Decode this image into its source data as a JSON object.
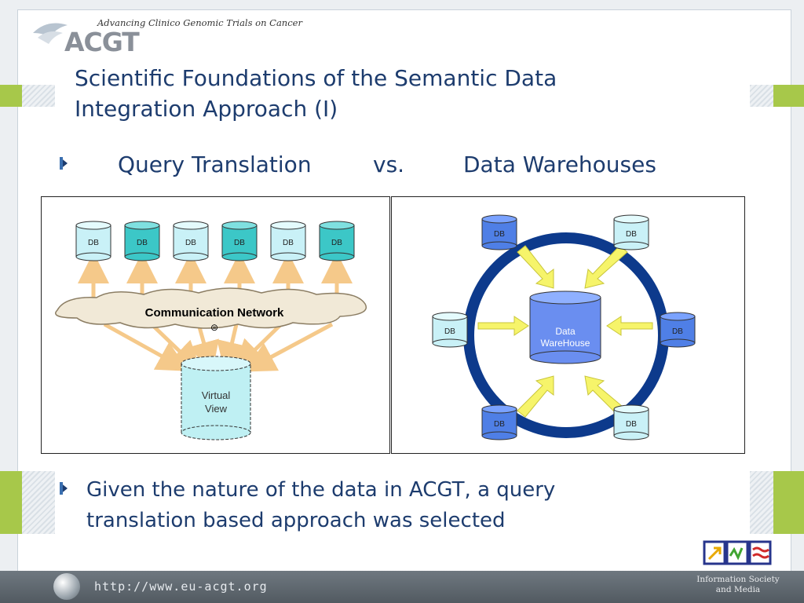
{
  "header": {
    "tagline": "Advancing Clinico Genomic Trials on Cancer",
    "logo_text": "ACGT"
  },
  "title": "Scientific Foundations of the Semantic Data Integration Approach (I)",
  "comparison": {
    "left": "Query Translation",
    "vs": "vs.",
    "right": "Data Warehouses"
  },
  "left_diagram": {
    "db_label": "DB",
    "db_count": 6,
    "network_label": "Communication Network",
    "view_label_line1": "Virtual",
    "view_label_line2": "View"
  },
  "right_diagram": {
    "db_label": "DB",
    "center_line1": "Data",
    "center_line2": "WareHouse"
  },
  "conclusion": "Given the nature of the data in ACGT, a query translation based approach was selected",
  "footer": {
    "url": "http://www.eu-acgt.org",
    "isoc_line1": "Information Society",
    "isoc_line2": "and Media"
  },
  "colors": {
    "title": "#1d3c6e",
    "db_light": "#c9f1f7",
    "db_dark": "#3cc7c7",
    "db_blue": "#4f7fe6",
    "arrow": "#f5c98a",
    "ring": "#0d3a8c",
    "yellow_arrow": "#f6f46a"
  }
}
